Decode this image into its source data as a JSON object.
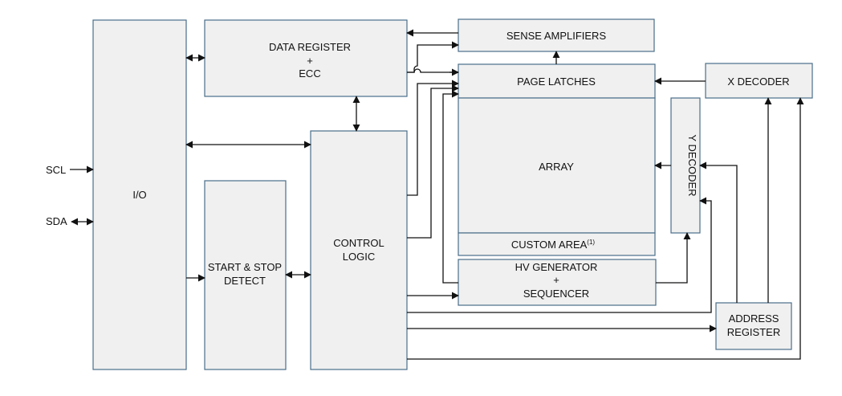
{
  "blocks": {
    "io": "I/O",
    "data_register": [
      "DATA REGISTER",
      "+",
      "ECC"
    ],
    "sense_amplifiers": "SENSE AMPLIFIERS",
    "page_latches": "PAGE LATCHES",
    "x_decoder": "X DECODER",
    "array": "ARRAY",
    "y_decoder": "Y DECODER",
    "custom_area": "CUSTOM AREA",
    "custom_area_note": "(1)",
    "control_logic": [
      "CONTROL",
      "LOGIC"
    ],
    "start_stop_detect": [
      "START & STOP",
      "DETECT"
    ],
    "hv_generator": [
      "HV GENERATOR",
      "+",
      "SEQUENCER"
    ],
    "address_register": [
      "ADDRESS",
      "REGISTER"
    ]
  },
  "signals": {
    "scl": "SCL",
    "sda": "SDA"
  }
}
